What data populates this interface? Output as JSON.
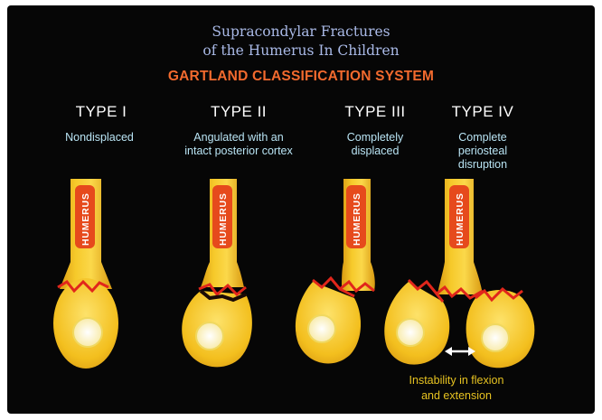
{
  "header": {
    "title_line1": "Supracondylar Fractures",
    "title_line2": "of the Humerus In Children",
    "system": "GARTLAND CLASSIFICATION SYSTEM"
  },
  "types": [
    {
      "heading": "TYPE I",
      "desc_line1": "Nondisplaced",
      "desc_line2": "",
      "desc_line3": ""
    },
    {
      "heading": "TYPE II",
      "desc_line1": "Angulated with an",
      "desc_line2": "intact posterior cortex",
      "desc_line3": ""
    },
    {
      "heading": "TYPE III",
      "desc_line1": "Completely",
      "desc_line2": "displaced",
      "desc_line3": ""
    },
    {
      "heading": "TYPE IV",
      "desc_line1": "Complete",
      "desc_line2": "periosteal",
      "desc_line3": "disruption"
    }
  ],
  "bone_label": "HUMERUS",
  "instability_note": {
    "line1": "Instability in flexion",
    "line2": "and extension"
  },
  "colors": {
    "bone": "#f3bf1e",
    "bone_inner": "#fde26a",
    "fracture": "#e1261b",
    "capitellum": "#fff6c4",
    "title": "#a9b9e6",
    "system_title": "#f26a2e",
    "desc": "#b9e4f4",
    "note": "#e7c321"
  }
}
